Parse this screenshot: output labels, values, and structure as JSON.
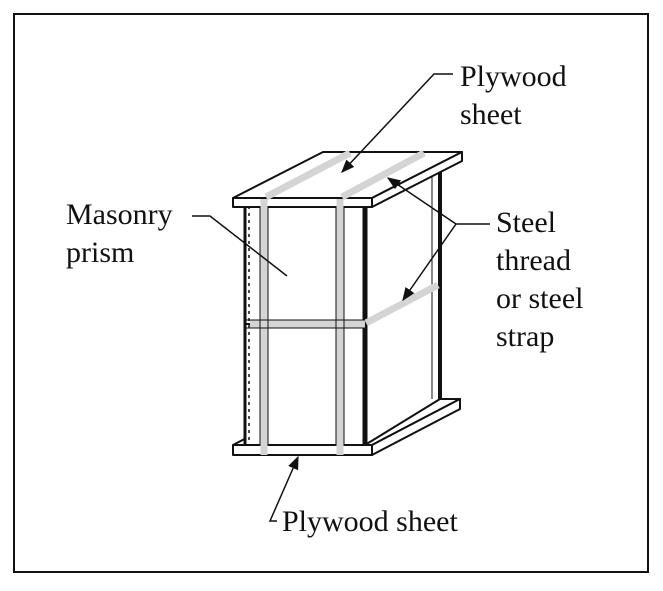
{
  "labels": {
    "plywood_top_line1": "Plywood",
    "plywood_top_line2": "sheet",
    "masonry_line1": "Masonry",
    "masonry_line2": "prism",
    "steel_line1": "Steel",
    "steel_line2": "thread",
    "steel_line3": "or steel",
    "steel_line4": "strap",
    "plywood_bottom": "Plywood sheet"
  },
  "colors": {
    "ink": "#111111",
    "strap": "#d4d4d4",
    "background": "#ffffff"
  }
}
